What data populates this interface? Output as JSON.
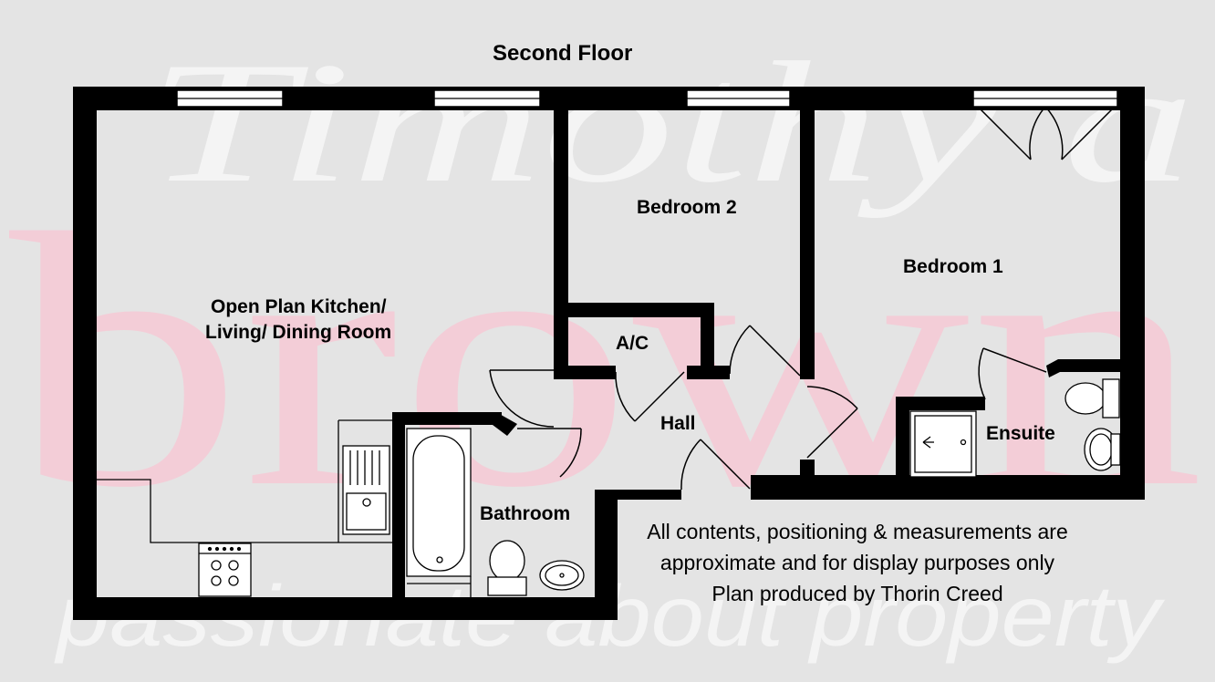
{
  "watermark": {
    "line1": "Timothy a",
    "line2": "brown",
    "tagline": "passionate about property",
    "pink": "#f3cdd7",
    "light": "#f4f4f4"
  },
  "floor_title": "Second Floor",
  "rooms": {
    "kitchen_line1": "Open Plan Kitchen/",
    "kitchen_line2": "Living/ Dining Room",
    "bedroom2": "Bedroom 2",
    "bedroom1": "Bedroom 1",
    "ac": "A/C",
    "hall": "Hall",
    "ensuite": "Ensuite",
    "bathroom": "Bathroom"
  },
  "disclaimer": {
    "line1": "All contents, positioning & measurements are",
    "line2": "approximate and for display purposes only",
    "line3": "Plan produced by Thorin Creed"
  },
  "colors": {
    "background": "#e4e4e4",
    "wall": "#000000",
    "fixture_fill": "#ffffff"
  }
}
